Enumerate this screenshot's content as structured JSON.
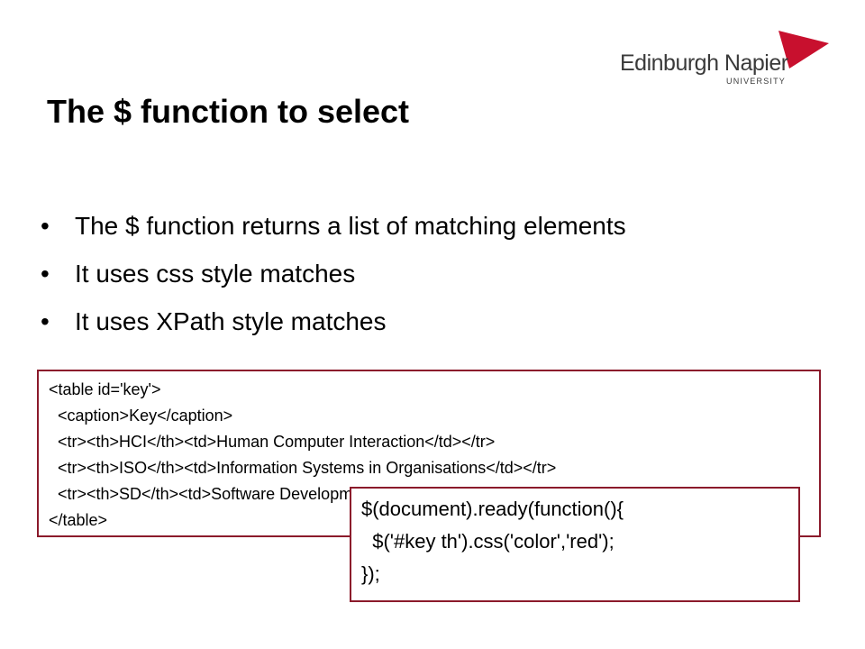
{
  "logo": {
    "name": "Edinburgh Napier",
    "sub": "UNIVERSITY",
    "color": "#c8102e"
  },
  "slide": {
    "title": "The $ function to select",
    "bullets": [
      "The $ function returns a list of matching elements",
      "It uses css style matches",
      "It uses XPath style matches"
    ]
  },
  "html_code": {
    "lines": [
      "<table id='key'>",
      "  <caption>Key</caption>",
      "  <tr><th>HCI</th><td>Human Computer Interaction</td></tr>",
      "  <tr><th>ISO</th><td>Information Systems in Organisations</td></tr>",
      "  <tr><th>SD</th><td>Software Development</td></tr>",
      "</table>"
    ]
  },
  "js_code": {
    "lines": [
      "$(document).ready(function(){",
      "  $('#key th').css('color','red');",
      "});"
    ]
  },
  "colors": {
    "box_border": "#8b1a2b"
  }
}
